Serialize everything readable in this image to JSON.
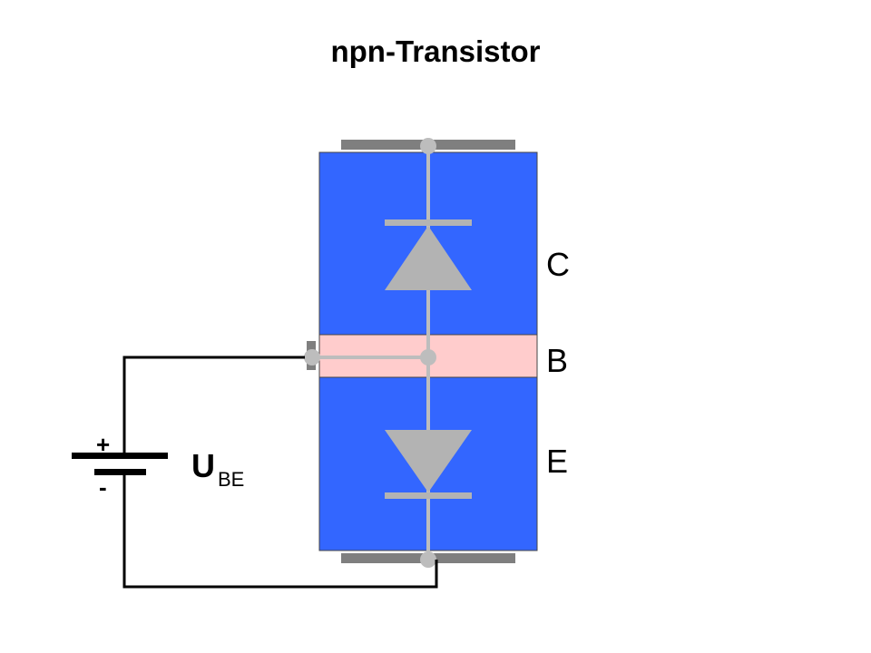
{
  "title": "npn-Transistor",
  "regions": {
    "collector_label": "C",
    "base_label": "B",
    "emitter_label": "E"
  },
  "battery": {
    "plus_sign": "+",
    "minus_sign": "-",
    "voltage_symbol": "U",
    "voltage_subscript": "BE"
  },
  "colors": {
    "n_region": "#3366ff",
    "p_region": "#ffcccc",
    "wire_light": "#bdbdbd",
    "diode": "#b3b3b3",
    "contact_bar": "#7f7f7f",
    "circuit_wire": "#000000"
  },
  "icons": [
    "diode-up-icon",
    "diode-down-icon",
    "battery-icon"
  ]
}
